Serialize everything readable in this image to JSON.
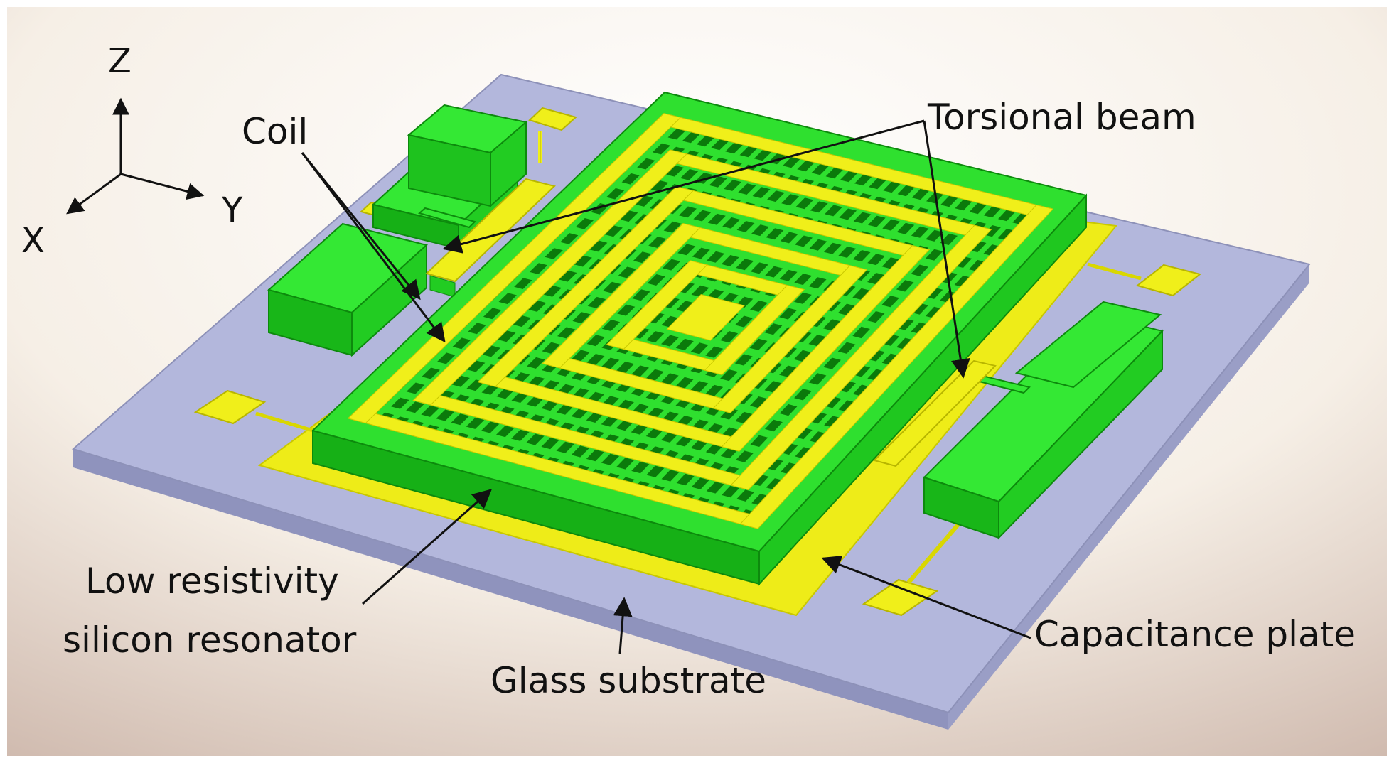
{
  "axes": {
    "z": "Z",
    "y": "Y",
    "x": "X"
  },
  "labels": {
    "coil": "Coil",
    "torsional_beam": "Torsional beam",
    "resonator_line1": "Low resistivity",
    "resonator_line2": "silicon resonator",
    "glass_substrate": "Glass substrate",
    "capacitance_plate": "Capacitance plate"
  },
  "colors": {
    "silicon": "#22dd22",
    "silicon_top": "#34e834",
    "silicon_side": "#16b016",
    "gold": "#f0ef1a",
    "gold_dark": "#c9c800",
    "glass_top": "#b3b7dc",
    "glass_side": "#8f93bd",
    "cavity": "#0b7a0b"
  }
}
